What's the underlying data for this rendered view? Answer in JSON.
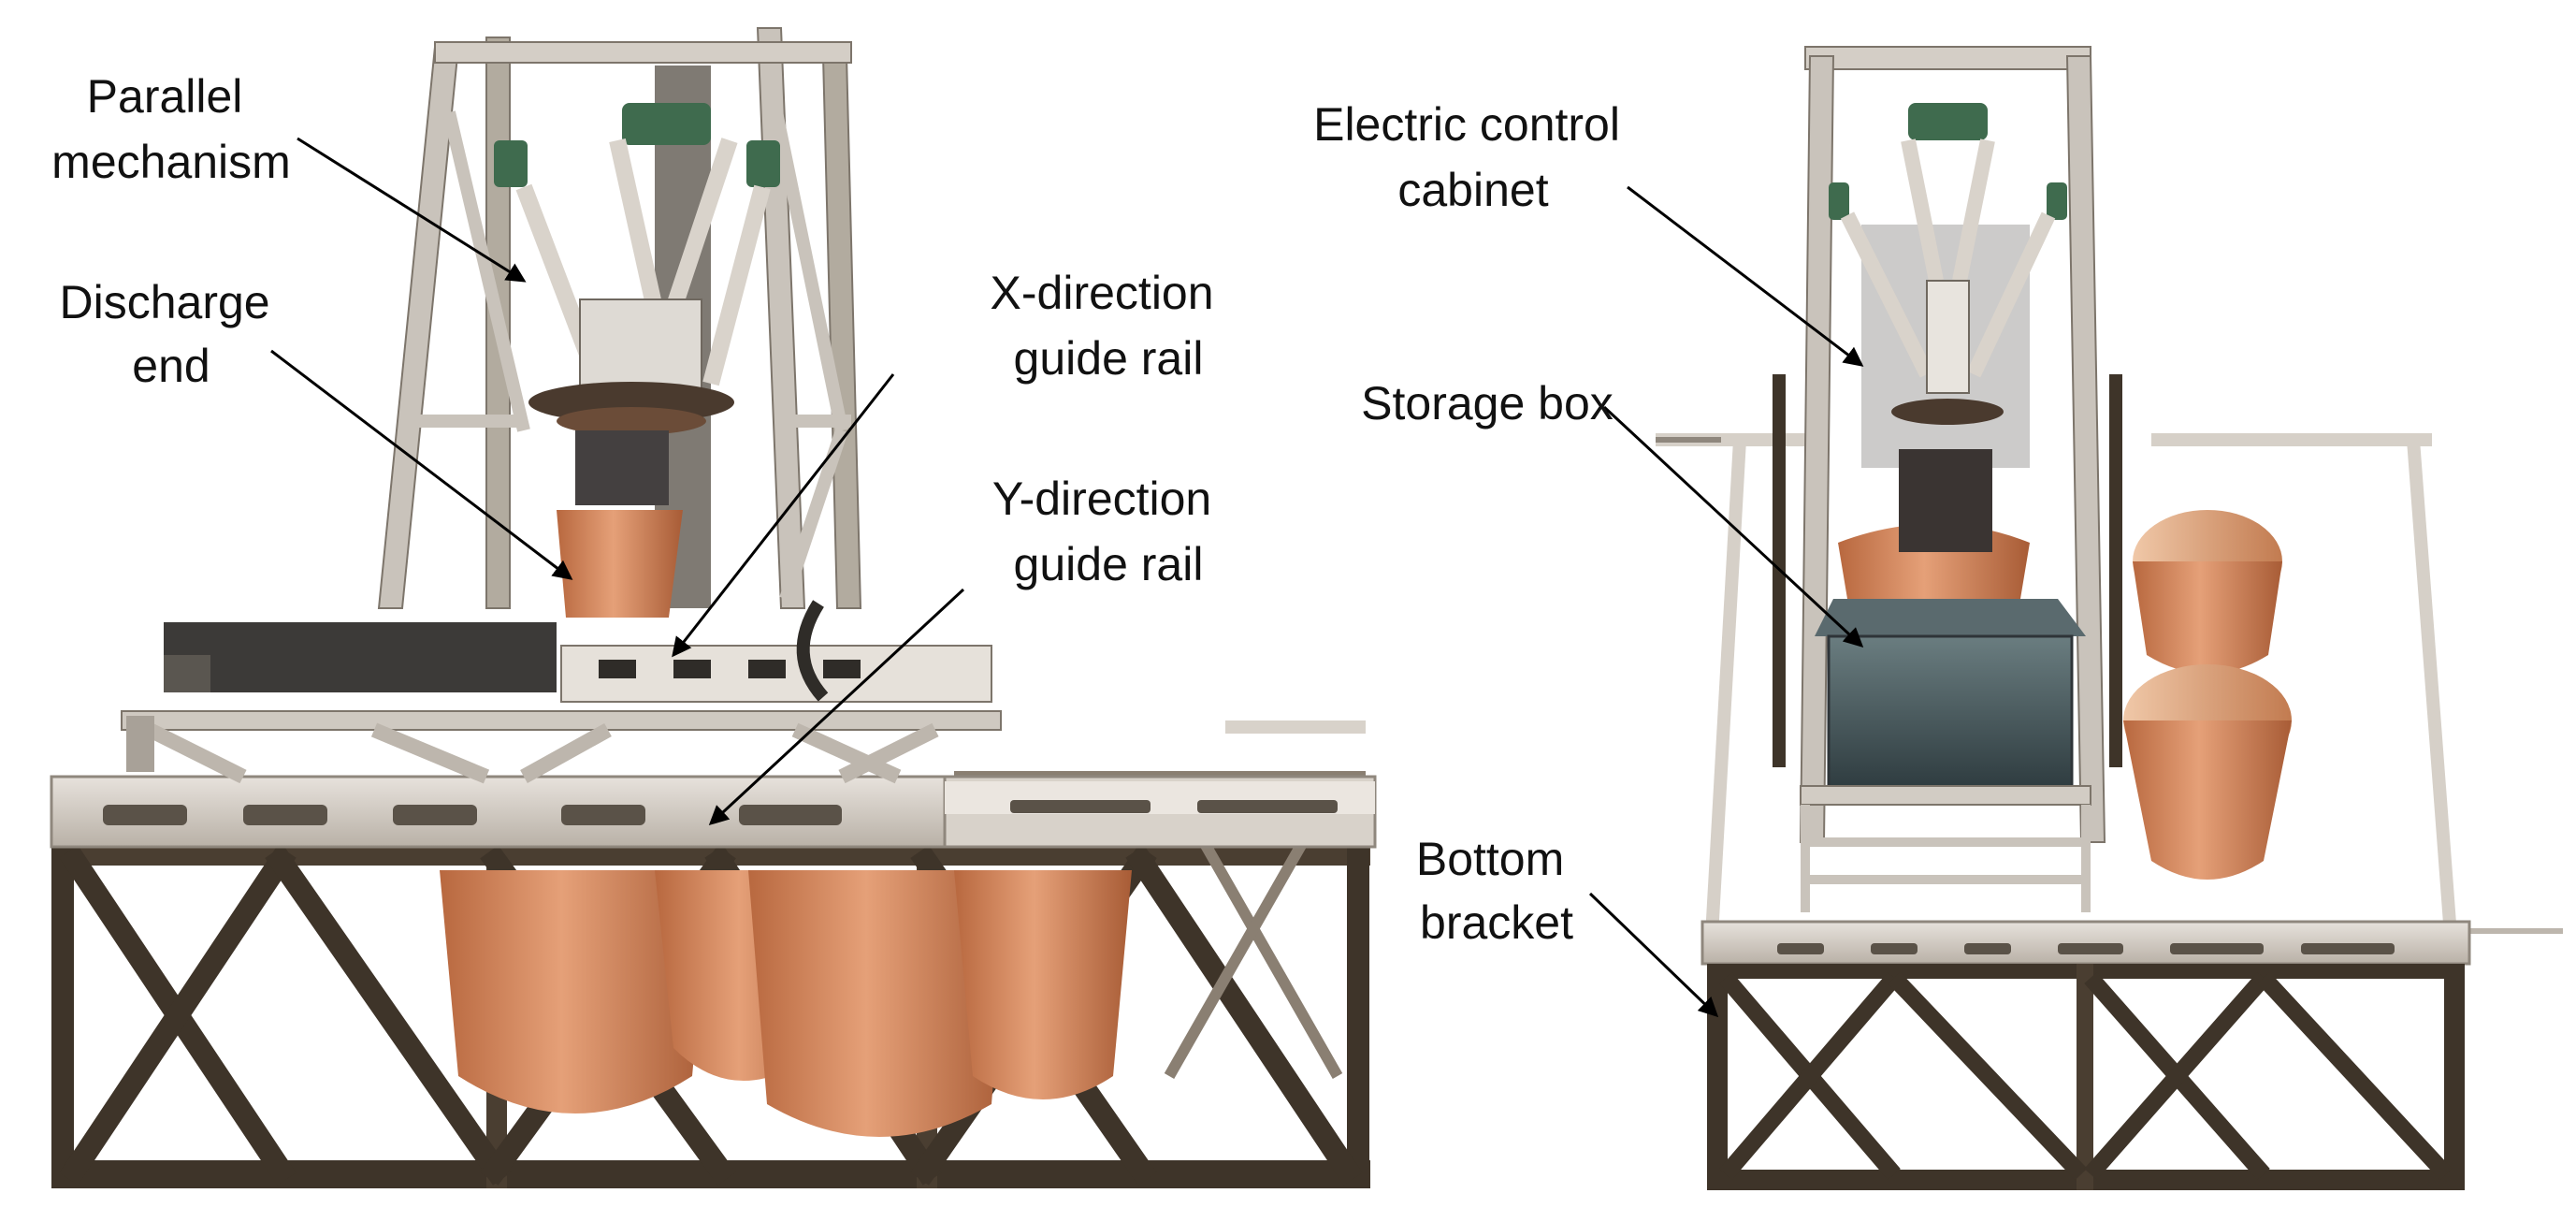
{
  "figure": {
    "left_view": {
      "labels": {
        "parallel_mechanism": [
          "Parallel",
          "mechanism"
        ],
        "discharge_end": [
          "Discharge",
          "end"
        ],
        "x_direction_guide_rail": [
          "X-direction",
          "guide rail"
        ],
        "y_direction_guide_rail": [
          "Y-direction",
          "guide rail"
        ]
      }
    },
    "right_view": {
      "labels": {
        "electric_control_cabinet": [
          "Electric control",
          "cabinet"
        ],
        "storage_box": [
          "Storage box"
        ],
        "bottom_bracket": [
          "Bottom",
          "bracket"
        ]
      }
    }
  },
  "colors": {
    "frame_light": "#c9c3bb",
    "frame_dark": "#3e3429",
    "pot_copper": "#d4875a",
    "motor_green": "#3f6b4e",
    "label_text": "#111111"
  }
}
